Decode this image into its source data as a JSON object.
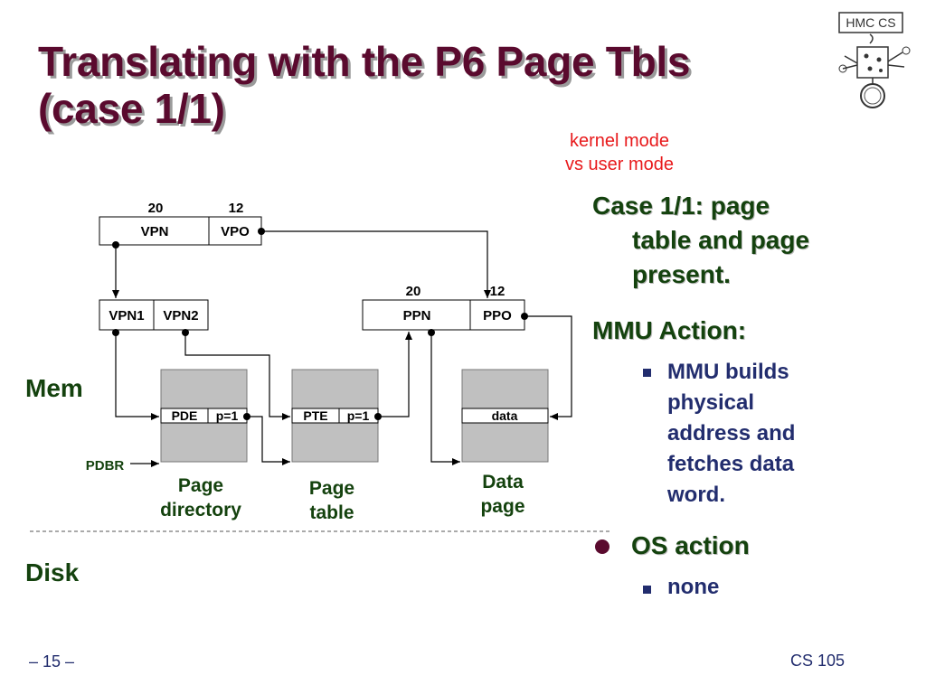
{
  "title": {
    "line1": "Translating with the P6 Page Tbls",
    "line2": "(case 1/1)"
  },
  "note": {
    "line1": "kernel mode",
    "line2": "vs user mode"
  },
  "diagram": {
    "va_bits_vpn": "20",
    "va_bits_vpo": "12",
    "vpn": "VPN",
    "vpo": "VPO",
    "vpn1": "VPN1",
    "vpn2": "VPN2",
    "pa_bits_ppn": "20",
    "pa_bits_ppo": "12",
    "ppn": "PPN",
    "ppo": "PPO",
    "pde": "PDE",
    "pde_flag": "p=1",
    "pte": "PTE",
    "pte_flag": "p=1",
    "data": "data",
    "pdbr": "PDBR",
    "page_directory": [
      "Page",
      "directory"
    ],
    "page_table": [
      "Page",
      "table"
    ],
    "data_page": [
      "Data",
      "page"
    ],
    "mem": "Mem",
    "disk": "Disk"
  },
  "bullets": {
    "case_heading": [
      "Case 1/1: page",
      "table and page",
      "present."
    ],
    "mmu_heading": "MMU Action:",
    "mmu_items": [
      "MMU builds",
      "physical",
      "address and",
      "fetches data",
      "word."
    ],
    "os_heading": "OS action",
    "os_items": [
      "none"
    ]
  },
  "footer": {
    "page": "– 15 –",
    "course": "CS 105"
  },
  "logo": {
    "text": "HMC CS"
  },
  "colors": {
    "title": "#5a0a2e",
    "green_heading": "#14420e",
    "blue_text": "#222d6e",
    "red_note": "#e8191b",
    "page_fill": "#c0c0c0"
  }
}
